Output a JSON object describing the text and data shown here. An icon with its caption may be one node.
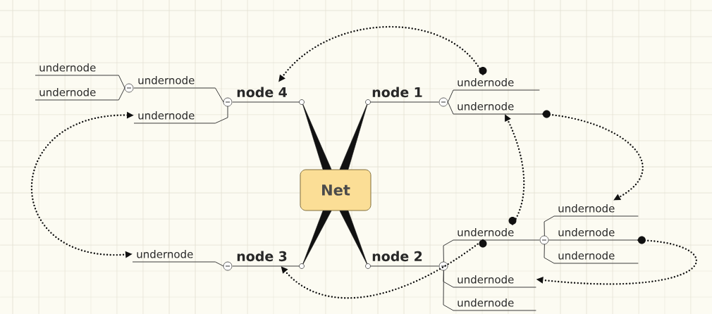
{
  "diagram": {
    "nodes": [
      {
        "text": [
          "Net"
        ]
      },
      {
        "text": [
          "node 4"
        ]
      },
      {
        "text": [
          "node 1"
        ]
      },
      {
        "text": [
          "node 3"
        ]
      },
      {
        "text": [
          "node 2"
        ]
      },
      {
        "text": [
          "undernode"
        ]
      },
      {
        "text": [
          "undernode"
        ]
      },
      {
        "text": [
          "undernode"
        ]
      },
      {
        "text": [
          "undernode"
        ]
      },
      {
        "text": [
          "undernode"
        ]
      },
      {
        "text": [
          "undernode"
        ]
      },
      {
        "text": [
          "undernode"
        ]
      },
      {
        "text": [
          "undernode"
        ]
      },
      {
        "text": [
          "undernode"
        ]
      },
      {
        "text": [
          "undernode"
        ]
      },
      {
        "text": [
          "undernode"
        ]
      },
      {
        "text": [
          "undernode"
        ]
      },
      {
        "text": [
          "undernode"
        ]
      }
    ],
    "edges": [
      {
        "from": 0,
        "to": 1,
        "arrow": "none",
        "style": "thick"
      },
      {
        "from": 0,
        "to": 2,
        "arrow": "none",
        "style": "thick"
      },
      {
        "from": 0,
        "to": 3,
        "arrow": "none",
        "style": "thick"
      },
      {
        "from": 0,
        "to": 4,
        "arrow": "none",
        "style": "thick"
      },
      {
        "from": 1,
        "to": 5,
        "arrow": "none"
      },
      {
        "from": 1,
        "to": 6,
        "arrow": "none"
      },
      {
        "from": 5,
        "to": 7,
        "arrow": "none"
      },
      {
        "from": 5,
        "to": 8,
        "arrow": "none"
      },
      {
        "from": 2,
        "to": 9,
        "arrow": "none"
      },
      {
        "from": 2,
        "to": 10,
        "arrow": "none"
      },
      {
        "from": 3,
        "to": 11,
        "arrow": "none"
      },
      {
        "from": 4,
        "to": 12,
        "arrow": "none"
      },
      {
        "from": 4,
        "to": 13,
        "arrow": "none"
      },
      {
        "from": 4,
        "to": 14,
        "arrow": "none"
      },
      {
        "from": 12,
        "to": 15,
        "arrow": "none"
      },
      {
        "from": 12,
        "to": 16,
        "arrow": "none"
      },
      {
        "from": 12,
        "to": 17,
        "arrow": "none"
      },
      {
        "from": 9,
        "to": 1,
        "arrow": "to",
        "style": "dashed"
      },
      {
        "from": 10,
        "to": 15,
        "arrow": "to",
        "style": "dashed"
      },
      {
        "from": 12,
        "to": 10,
        "arrow": "to",
        "style": "dashed"
      },
      {
        "from": 6,
        "to": 11,
        "arrow": "both",
        "style": "dashed"
      },
      {
        "from": 16,
        "to": 13,
        "arrow": "to",
        "style": "dashed"
      },
      {
        "from": 12,
        "to": 3,
        "arrow": "to",
        "style": "dashed"
      }
    ]
  }
}
